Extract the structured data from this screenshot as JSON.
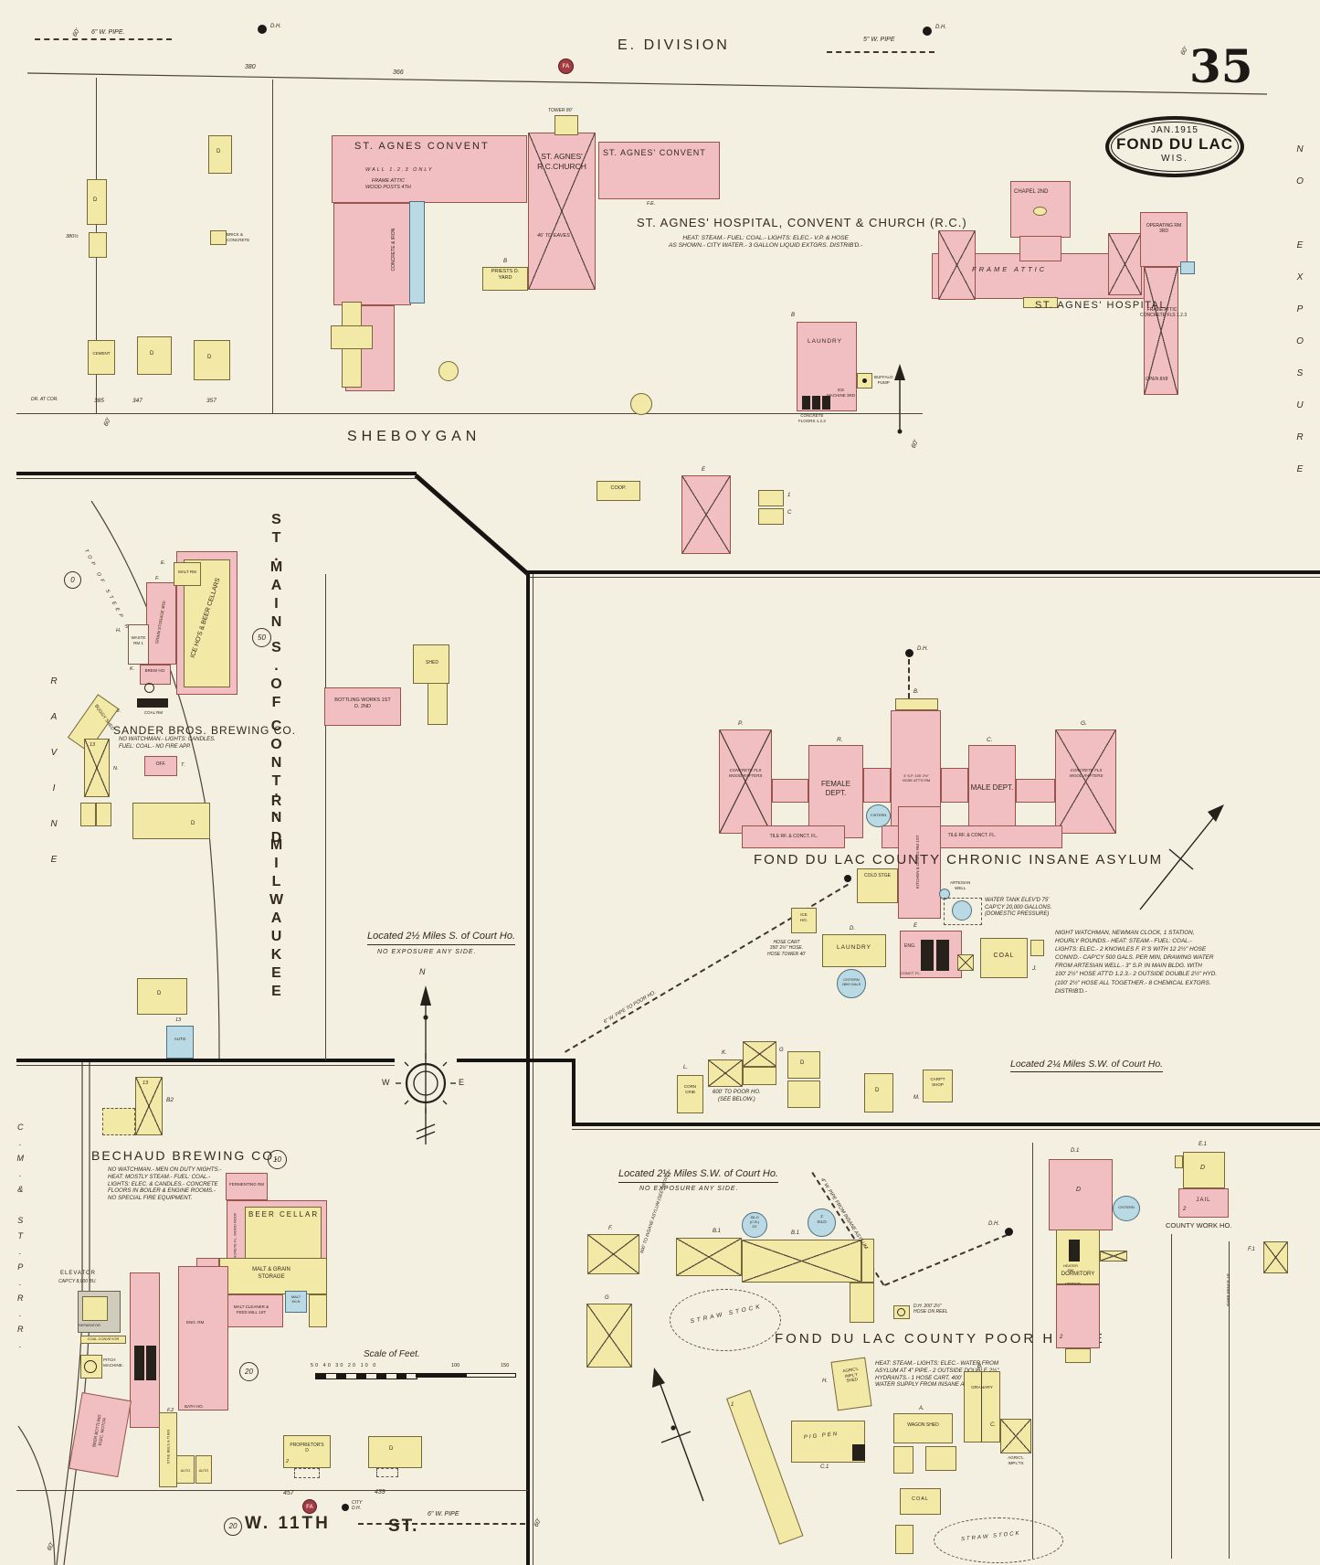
{
  "page": {
    "num": "35",
    "stamp_date": "JAN.1915",
    "stamp_city": "FOND DU LAC",
    "stamp_state": "WIS.",
    "no_exposure": "NO EXPOSURE"
  },
  "top": {
    "street": "E. DIVISION",
    "pipe6": "6\" W. PIPE.",
    "pipe5": "5\" W. PIPE",
    "dh": "D.H.",
    "sixty": "60'",
    "n380": "380",
    "n366": "366",
    "n385": "385",
    "n347": "347",
    "n357": "357",
    "n380h": "380½",
    "dratcor": "DR. AT COR.",
    "cement": "CEMENT",
    "brick": "BRICK &\nCONCRETE",
    "d": "D",
    "convent": "ST. AGNES CONVENT",
    "wall": "WALL 1.2.3 ONLY",
    "frame_attic": "FRAME ATTIC\nWOOD POSTS 4TH",
    "conc_iron": "CONCRETE & IRON",
    "church": "ST. AGNES'\nR.C.CHURCH",
    "tower": "TOWER 80'",
    "eaves": "46' TO EAVES",
    "fe": "F.E.",
    "convent2": "ST. AGNES' CONVENT",
    "priests": "PRIESTS D.\nYARD",
    "b": "B",
    "title": "ST. AGNES' HOSPITAL, CONVENT & CHURCH (R.C.)",
    "notes": "HEAT: STEAM.- FUEL: COAL.- LIGHTS: ELEC.- V.P. & HOSE\nAS SHOWN.- CITY WATER.- 3 GALLON LIQUID EXTGRS. DISTRIB'D.-",
    "chapel": "CHAPEL 2ND",
    "frame2": "FRAME ATTIC",
    "hospital": "ST. AGNES' HOSPITAL",
    "oprm": "OPERATING RM\n3RD",
    "frame3": "FRAME ATTIC\nCONCRETE FLS 1.2.3",
    "open88": "OPEN 8X8",
    "laundry": "LAUNDRY",
    "icemach": "ICE\nMACHINE 3RD",
    "concfl": "CONCRETE\nFLOORS 1.2.3",
    "pump": "BUFFALO\nPUMP",
    "sheboygan": "SHEBOYGAN",
    "coop": "COOP.",
    "e": "E",
    "c": "C",
    "one": "1"
  },
  "sander": {
    "name": "SANDER BROS. BREWING CO.",
    "notes": "NO WATCHMAN.- LIGHTS: CANDLES.\nFUEL: COAL.- NO FIRE APP.",
    "ice": "ICE HO'S & BEER CELLARS",
    "grain": "GRAIN STORAGE 3RD",
    "maltrm": "MALT RM",
    "waste": "WASTE\nRM 1",
    "brew": "BREW HO.",
    "coalrm": "COAL RM",
    "off": "OFF.",
    "buggy": "BUGGY SHED",
    "shed": "SHED",
    "bottling": "BOTTLING WORKS 1ST\nD. 2ND",
    "hill": "TOP OF STEEP HILL",
    "ravine": "RAVINE",
    "street": [
      "ST.",
      "MAIN",
      "S.",
      "OF",
      "CONT'N",
      "R'D",
      "MILWAUKEE"
    ],
    "located": "Located 2½ Miles S. of Court Ho.",
    "noexp": "NO EXPOSURE ANY SIDE.",
    "auto": "AUTO",
    "d": "D",
    "n13": "13",
    "c0": "0",
    "c50": "50",
    "lh": "H.",
    "lk": "K.",
    "lm": "M.",
    "ln": "N.",
    "lt": "T.",
    "le": "E.",
    "lf": "F."
  },
  "compass": {
    "n": "N",
    "w": "W",
    "e": "E"
  },
  "asylum": {
    "title": "FOND DU LAC COUNTY CHRONIC INSANE ASYLUM",
    "female": "FEMALE\nDEPT.",
    "male": "MALE DEPT.",
    "conc": "CONCRETE FLS\nWOOD RAFTERS",
    "tile": "TILE RF. & CONCT. FL.",
    "sp": "3' S.P. 100' 2½\"\nHOSE ATT'D RM",
    "kitchen": "KITCHEN & DINING RM 1ST",
    "cistern": "CISTERN",
    "cistern2": "CISTERN\n2800 GALS",
    "cold": "COLD STGE",
    "artesian": "ARTESIAN\nWELL",
    "tank": "WATER TANK ELEV'D 75'\nCAP'CY 20,000 GALLONS.\n(DOMESTIC PRESSURE)",
    "laundry": "LAUNDRY",
    "eng": "ENG.",
    "iceho": "ICE\nHO.",
    "coal": "COAL",
    "concfl": "CONCT. FL.",
    "hose": "HOSE CART\n350' 2½\" HOSE.\nHOSE TOWER 40'",
    "pipe": "6\" W. PIPE TO POOR HO.",
    "watch": "NIGHT WATCHMAN, NEWMAN CLOCK, 1 STATION,\nHOURLY ROUNDS.- HEAT: STEAM.- FUEL: COAL.-\nLIGHTS: ELEC.- 2 KNOWLES F. P.'S WITH 12 2½\" HOSE\nCONN'D.- CAP'CY 500 GALS. PER MIN, DRAWING WATER\nFROM ARTESIAN WELL.- 3\" S.P. IN MAIN BLDG. WITH\n100' 2½\" HOSE ATT'D 1.2.3.- 2 OUTSIDE DOUBLE 2½\" HYD.\n(100' 2½\" HOSE ALL TOGETHER.- 8 CHEMICAL EXTGRS.\nDISTRIB'D.-",
    "located": "Located 2¼ Miles S.W. of Court Ho.",
    "corncrib": "CORN\nCRIB",
    "poor600": "600' TO POOR HO.\n(SEE BELOW.)",
    "carp": "CARP'T\nSHOP",
    "dh": "D.H.",
    "lp": "P.",
    "lr": "R.",
    "lb": "B.",
    "lc": "C.",
    "lg": "G.",
    "le": "E",
    "lj": "J.",
    "ld": "D.",
    "lk": "K.",
    "ll": "L.",
    "lm": "M.",
    "lg2": "G",
    "ld2": "D",
    "l2": "2"
  },
  "bechaud": {
    "name": "BECHAUD BREWING CO.",
    "c10": "10",
    "notes": "NO WATCHMAN.- MEN ON DUTY NIGHTS.-\nHEAT: MOSTLY STEAM.- FUEL: COAL.-\nLIGHTS: ELEC. & CANDLES.- CONCRETE\nFLOORS IN BOILER & ENGINE ROOMS.-\nNO SPECIAL FIRE EQUIPMENT.",
    "ferment": "FERMENTING RM",
    "cellar": "BEER CELLAR",
    "cellarside": "CONCRETE FL. WOOD ROOF",
    "malt": "MALT & GRAIN\nSTORAGE",
    "cleaner": "MALT CLEANER &\nFEED MILL 1ST",
    "storage": "STORAGE",
    "kiln": "MALT\nKILN",
    "elevator": "ELEVATOR",
    "elev2": "CAP'CY 8,000 BU.",
    "separator": "SEPARATOR",
    "conveyor": "COAL CONVEYOR",
    "pitch": "PITCH\nMACHINE.",
    "eng": "ENG. RM",
    "bath": "BATH HO.",
    "stge": "STGE BBLS & TUBS",
    "bottling": "BEER BOTTLING\nELEC. MOTOR",
    "prop": "PROPRIETOR'S\nD",
    "d": "D",
    "b2": "B2",
    "n13": "13",
    "f2": "F.2",
    "two": "2",
    "c20": "20",
    "scale": "Scale of Feet.",
    "nums": "50 40 30 20 10 0",
    "s100": "100",
    "s150": "150",
    "rr": "C.M.& ST.P.R.R.",
    "auto": "AUTO"
  },
  "poor": {
    "title": "FOND DU LAC COUNTY POOR HOUSE",
    "located": "Located 2½ Miles S.W. of Court Ho.",
    "noexp": "NO EXPOSURE ANY SIDE.",
    "straw": "STRAW STOCK",
    "silo1": "SILO\n(C.B.)\n20'",
    "silo2": "2\nSILO",
    "asylum600": "600' TO INSANE ASYLUM (SEE ABOVE.)",
    "pipe": "4\" W. PIPE FROM INSANE ASYLUM",
    "dh200": "D.H. 200' 2½\"\nHOSE ON REEL",
    "notes": "HEAT: STEAM.- LIGHTS: ELEC.- WATER FROM\nASYLUM AT 4\" PIPE.- 2 OUTSIDE DOUBLE 2½\"\nHYDRANTS.- 1 HOSE CART, 400' 2½\" HOSE.\nWATER SUPPLY FROM INSANE ASYLUM.-",
    "agshed": "AGRIC'L\nIMPL'T\nSHED",
    "pig": "PIG PEN",
    "granary": "GRANARY",
    "wagon": "WAGON SHED",
    "coal": "COAL",
    "agimp": "AGRIC'L\nIMPL'TS",
    "jail": "JAIL",
    "cwh": "COUNTY WORK HO.",
    "dorm": "DORMITORY",
    "vernd": "VER'ND.",
    "heater": "HEATER\nRM",
    "cistern": "CISTERN",
    "barb": "BARB FENCE 10'",
    "dh": "D.H.",
    "b1": "B.1",
    "la": "A.",
    "lb": "B.",
    "lc1": "C.1",
    "ld1": "D.1",
    "le1": "E.1",
    "lf1": "F.1",
    "lf": "F.",
    "lg": "G",
    "lh": "H.",
    "lc": "C.",
    "ld": "D",
    "l1": "1",
    "l2": "2"
  },
  "w11": {
    "name": "W. 11TH",
    "st": "ST.",
    "c20": "20",
    "n457": "457",
    "n439": "439",
    "city": "CITY\nD.H.",
    "pipe": "6\" W. PIPE",
    "fa": "FA",
    "sixty": "60'"
  }
}
